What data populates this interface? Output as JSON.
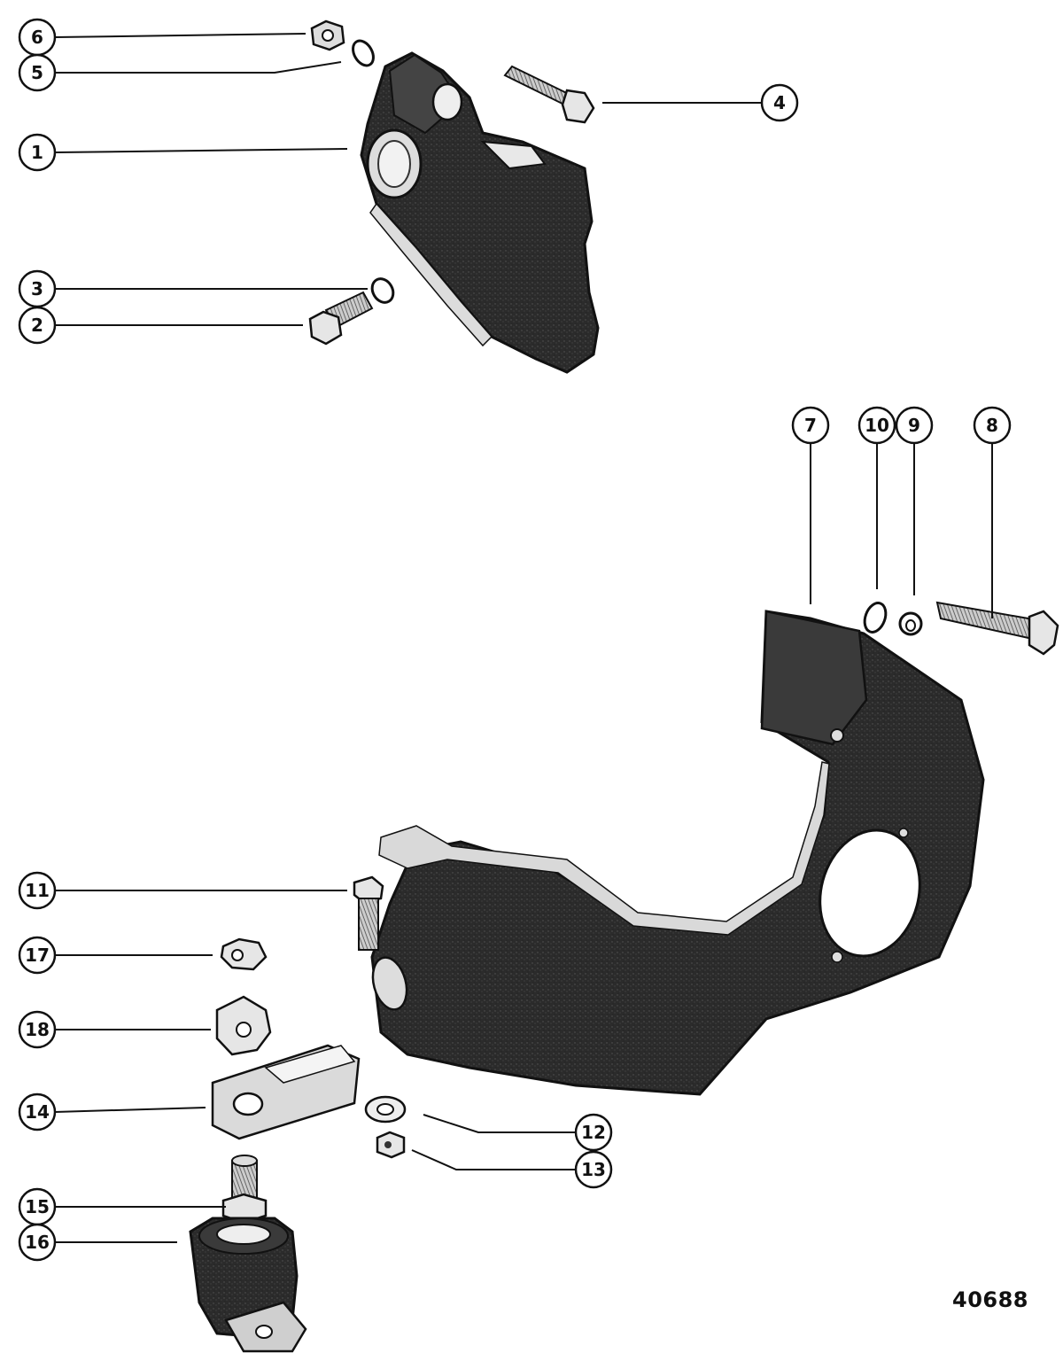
{
  "figure": {
    "number": "40688"
  },
  "callouts": [
    {
      "id": "6",
      "label": "6"
    },
    {
      "id": "5",
      "label": "5"
    },
    {
      "id": "4",
      "label": "4"
    },
    {
      "id": "1",
      "label": "1"
    },
    {
      "id": "3",
      "label": "3"
    },
    {
      "id": "2",
      "label": "2"
    },
    {
      "id": "7",
      "label": "7"
    },
    {
      "id": "10",
      "label": "10"
    },
    {
      "id": "9",
      "label": "9"
    },
    {
      "id": "8",
      "label": "8"
    },
    {
      "id": "11",
      "label": "11"
    },
    {
      "id": "17",
      "label": "17"
    },
    {
      "id": "18",
      "label": "18"
    },
    {
      "id": "14",
      "label": "14"
    },
    {
      "id": "12",
      "label": "12"
    },
    {
      "id": "13",
      "label": "13"
    },
    {
      "id": "15",
      "label": "15"
    },
    {
      "id": "16",
      "label": "16"
    }
  ],
  "colors": {
    "ink": "#111111",
    "casting": "#2a2a2a",
    "highlight": "#d9d9d9",
    "paper": "#ffffff"
  }
}
